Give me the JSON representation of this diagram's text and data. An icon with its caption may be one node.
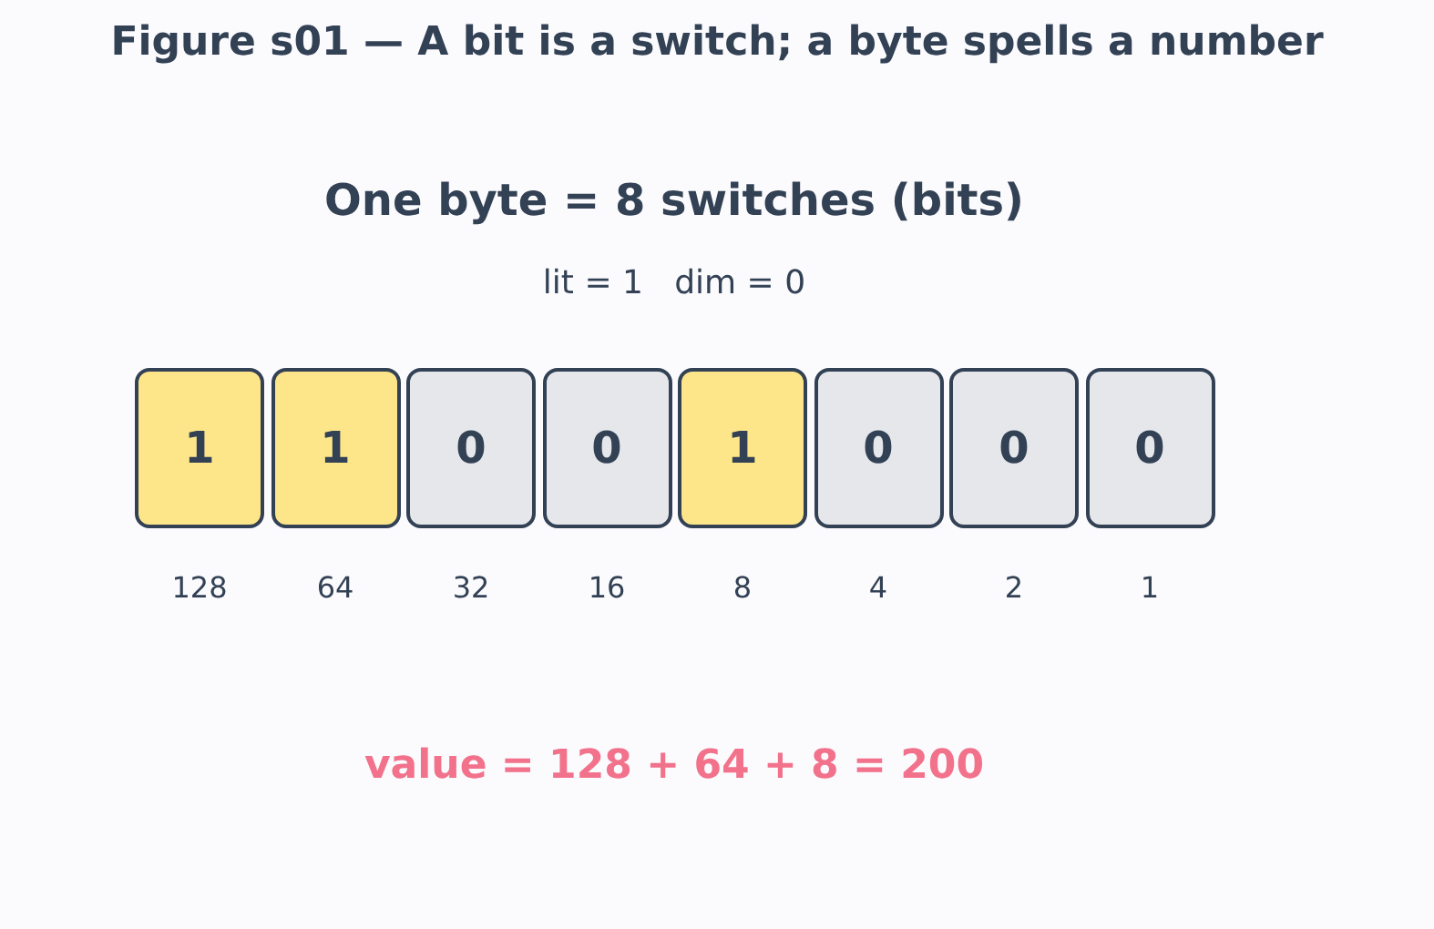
{
  "diagram": {
    "title": "Figure s01 — A bit is a switch; a byte spells a number",
    "nodes": [
      {
        "text": [
          "1"
        ],
        "beside": [
          "128"
        ]
      },
      {
        "text": [
          "1"
        ],
        "beside": [
          "64"
        ]
      },
      {
        "text": [
          "0"
        ],
        "beside": [
          "32"
        ]
      },
      {
        "text": [
          "0"
        ],
        "beside": [
          "16"
        ]
      },
      {
        "text": [
          "1"
        ],
        "beside": [
          "8"
        ]
      },
      {
        "text": [
          "0"
        ],
        "beside": [
          "4"
        ]
      },
      {
        "text": [
          "0"
        ],
        "beside": [
          "2"
        ]
      },
      {
        "text": [
          "0"
        ],
        "beside": [
          "1"
        ]
      }
    ],
    "labels": [
      "One byte = 8 switches (bits)",
      "lit = 1   dim = 0",
      "value = 128 + 64 + 8 = 200"
    ]
  }
}
